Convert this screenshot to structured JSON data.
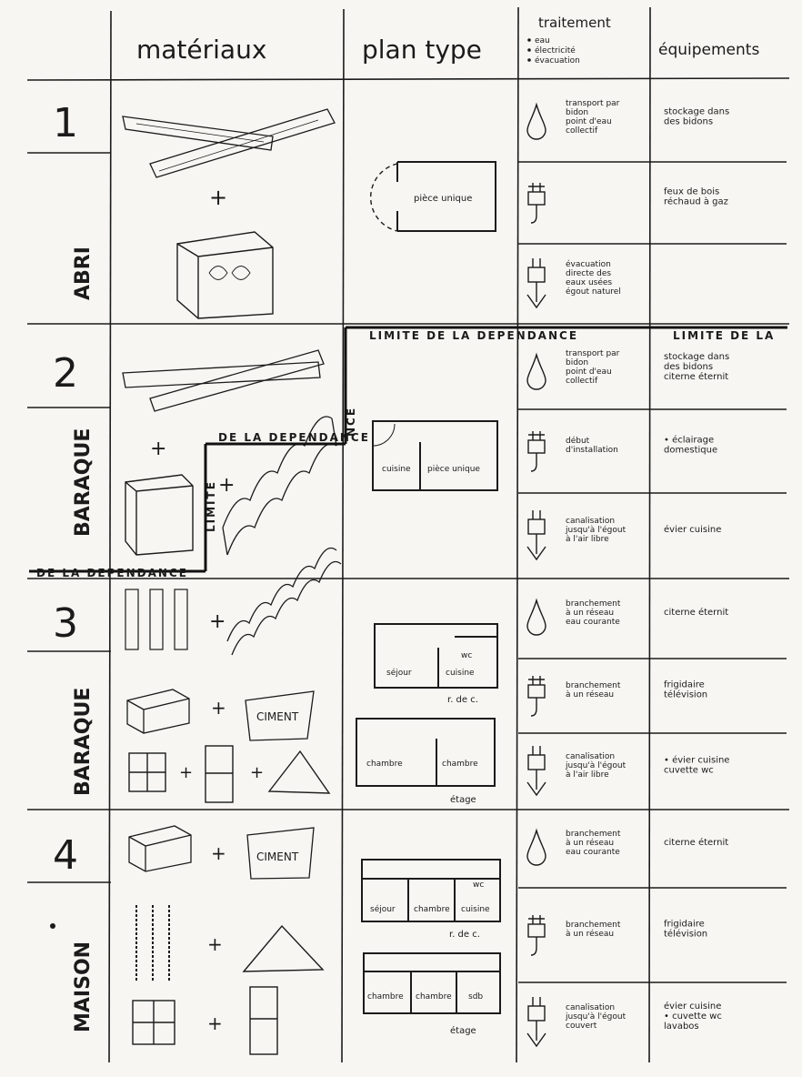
{
  "header": {
    "materiaux": "matériaux",
    "plan_type": "plan type",
    "traitement": "traitement",
    "traitement_items": [
      "eau",
      "électricité",
      "évacuation"
    ],
    "equipements": "équipements"
  },
  "rows": [
    {
      "number": "1",
      "name": "ABRI",
      "plans": [
        "pièce unique"
      ],
      "eau": [
        "transport par",
        "bidon",
        "point d'eau",
        "collectif"
      ],
      "eau_equip": [
        "stockage dans",
        "des bidons"
      ],
      "elec": [],
      "elec_equip": [
        "feux de bois",
        "réchaud à gaz"
      ],
      "evac": [
        "évacuation",
        "directe des",
        "eaux usées",
        "égout naturel"
      ],
      "evac_equip": []
    },
    {
      "number": "2",
      "name": "BARAQUE",
      "plans": [
        "cuisine",
        "pièce unique"
      ],
      "eau": [
        "transport par",
        "bidon",
        "point d'eau",
        "collectif"
      ],
      "eau_equip": [
        "stockage dans",
        "des bidons",
        "citerne éternit"
      ],
      "elec": [
        "début",
        "d'installation"
      ],
      "elec_equip": [
        "• éclairage",
        "domestique"
      ],
      "evac": [
        "canalisation",
        "jusqu'à l'égout",
        "à l'air libre"
      ],
      "evac_equip": [
        "évier cuisine"
      ]
    },
    {
      "number": "3",
      "name": "BARAQUE",
      "ciment": "CIMENT",
      "plans_rdc": [
        "wc",
        "séjour",
        "cuisine"
      ],
      "rdc_label": "r. de c.",
      "plans_etage": [
        "chambre",
        "chambre"
      ],
      "etage_label": "étage",
      "eau": [
        "branchement",
        "à un réseau",
        "eau courante"
      ],
      "eau_equip": [
        "citerne éternit"
      ],
      "elec": [
        "branchement",
        "à un réseau"
      ],
      "elec_equip": [
        "frigidaire",
        "télévision"
      ],
      "evac": [
        "canalisation",
        "jusqu'à l'égout",
        "à l'air libre"
      ],
      "evac_equip": [
        "• évier cuisine",
        "cuvette wc"
      ]
    },
    {
      "number": "4",
      "name": "MAISON",
      "ciment": "CIMENT",
      "plans_rdc": [
        "wc",
        "séjour",
        "chambre",
        "cuisine"
      ],
      "rdc_label": "r. de c.",
      "plans_etage": [
        "chambre",
        "chambre",
        "sdb"
      ],
      "etage_label": "étage",
      "eau": [
        "branchement",
        "à un réseau",
        "eau courante"
      ],
      "eau_equip": [
        "citerne éternit"
      ],
      "elec": [
        "branchement",
        "à un réseau"
      ],
      "elec_equip": [
        "frigidaire",
        "télévision"
      ],
      "evac": [
        "canalisation",
        "jusqu'à l'égout",
        "couvert"
      ],
      "evac_equip": [
        "évier cuisine",
        "• cuvette wc",
        "lavabos"
      ]
    }
  ],
  "limite": {
    "top_right": "LIMITE DE LA DEPENDANCE",
    "top_right_2": "LIMITE DE LA",
    "vertical_left": "LIMITE",
    "mid": "DE LA DEPENDANCE",
    "bottom_left": "DE LA DEPENDANCE",
    "vertical_right": "NCE"
  },
  "plus": "+"
}
